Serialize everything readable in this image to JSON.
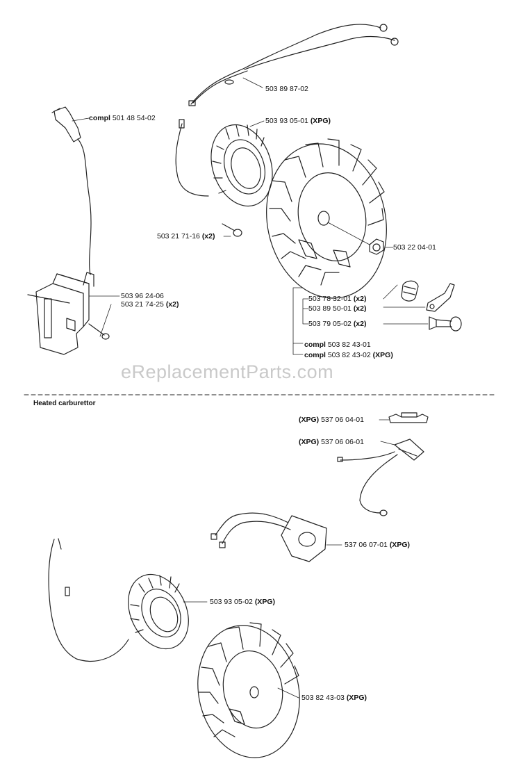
{
  "watermark": "eReplacementParts.com",
  "section_heading": "Heated carburettor",
  "callouts": {
    "c1": {
      "prefix": "",
      "number": "503 89 87-02",
      "suffix": ""
    },
    "c2": {
      "prefix": "compl",
      "number": "501 48 54-02",
      "suffix": ""
    },
    "c3": {
      "prefix": "",
      "number": "503 93 05-01",
      "suffix": "(XPG)"
    },
    "c4": {
      "prefix": "",
      "number": "503 21 71-16",
      "suffix": "(x2)"
    },
    "c5": {
      "prefix": "",
      "number": "503 22 04-01",
      "suffix": ""
    },
    "c6": {
      "prefix": "",
      "number": "503 96 24-06",
      "suffix": ""
    },
    "c7": {
      "prefix": "",
      "number": "503 21 74-25",
      "suffix": "(x2)"
    },
    "c8": {
      "prefix": "",
      "number": "503 78 32-01",
      "suffix": "(x2)"
    },
    "c9": {
      "prefix": "",
      "number": "503 89 50-01",
      "suffix": "(x2)"
    },
    "c10": {
      "prefix": "",
      "number": "503 79 05-02",
      "suffix": "(x2)"
    },
    "c11": {
      "prefix": "compl",
      "number": "503 82 43-01",
      "suffix": ""
    },
    "c12": {
      "prefix": "compl",
      "number": "503 82 43-02",
      "suffix": "(XPG)"
    },
    "c13": {
      "prefix": "(XPG)",
      "number": "537 06 04-01",
      "suffix": ""
    },
    "c14": {
      "prefix": "(XPG)",
      "number": "537 06 06-01",
      "suffix": ""
    },
    "c15": {
      "prefix": "",
      "number": "537 06 07-01",
      "suffix": "(XPG)"
    },
    "c16": {
      "prefix": "",
      "number": "503 93 05-02",
      "suffix": "(XPG)"
    },
    "c17": {
      "prefix": "",
      "number": "503 82 43-03",
      "suffix": "(XPG)"
    }
  }
}
